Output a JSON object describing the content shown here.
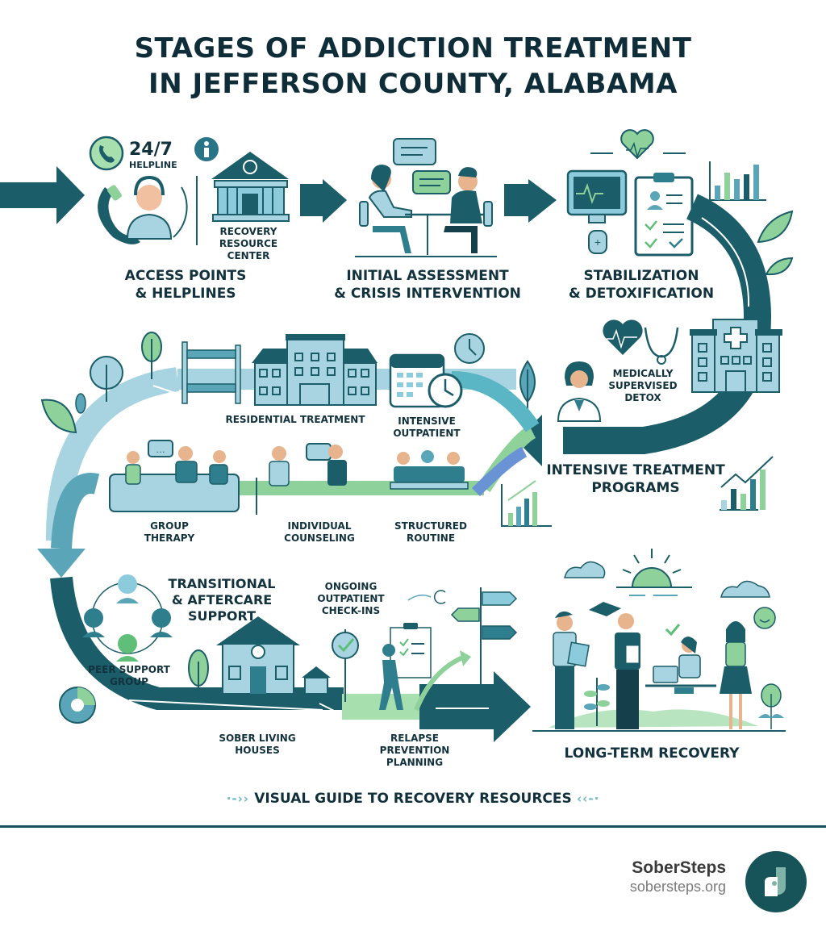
{
  "title": {
    "line1": "STAGES OF ADDICTION TREATMENT",
    "line2": "IN JEFFERSON COUNTY, ALABAMA"
  },
  "colors": {
    "primary_teal": "#1b5d68",
    "dark_text": "#0e2d38",
    "light_blue": "#a8d4e2",
    "mid_blue": "#5aa6b8",
    "green": "#8fd19a",
    "logo_bg": "#17545a"
  },
  "stages": {
    "access": {
      "heading_line1": "ACCESS POINTS",
      "heading_line2": "& HELPLINES",
      "helpline_big": "24/7",
      "helpline_small": "HELPLINE",
      "resource_center": [
        "RECOVERY",
        "RESOURCE",
        "CENTER"
      ],
      "icons": [
        "phone-icon",
        "info-icon",
        "call-agent-icon",
        "building-icon"
      ]
    },
    "assessment": {
      "heading_line1": "INITIAL ASSESSMENT",
      "heading_line2": "& CRISIS INTERVENTION",
      "icons": [
        "speech-bubble-icon",
        "conversation-icon"
      ]
    },
    "stabilization": {
      "heading_line1": "STABILIZATION",
      "heading_line2": "& DETOXIFICATION",
      "detox_label": [
        "MEDICALLY",
        "SUPERVISED",
        "DETOX"
      ],
      "icons": [
        "heart-pulse-icon",
        "monitor-icon",
        "clipboard-icon",
        "bar-chart-icon",
        "leaf-icon",
        "stethoscope-icon",
        "hospital-icon",
        "doctor-icon"
      ]
    },
    "intensive": {
      "heading_line1": "INTENSIVE TREATMENT",
      "heading_line2": "PROGRAMS",
      "residential": "RESIDENTIAL TREATMENT",
      "outpatient": [
        "INTENSIVE",
        "OUTPATIENT"
      ],
      "group_therapy": [
        "GROUP",
        "THERAPY"
      ],
      "individual": [
        "INDIVIDUAL",
        "COUNSELING"
      ],
      "routine": [
        "STRUCTURED",
        "ROUTINE"
      ],
      "icons": [
        "bunk-bed-icon",
        "facility-icon",
        "calendar-icon",
        "clock-icon",
        "tree-icon",
        "group-icon",
        "growth-chart-icon"
      ]
    },
    "transitional": {
      "heading": [
        "TRANSITIONAL",
        "& AFTERCARE",
        "SUPPORT"
      ],
      "peer": [
        "PEER SUPPORT",
        "GROUP"
      ],
      "sober": [
        "SOBER LIVING",
        "HOUSES"
      ],
      "checkins": [
        "ONGOING",
        "OUTPATIENT",
        "CHECK-INS"
      ],
      "relapse": [
        "RELAPSE",
        "PREVENTION",
        "PLANNING"
      ],
      "icons": [
        "peer-circle-icon",
        "house-icon",
        "check-circle-icon",
        "walking-person-icon",
        "signpost-icon"
      ]
    },
    "longterm": {
      "heading": "LONG-TERM RECOVERY",
      "icons": [
        "sun-icon",
        "cloud-icon",
        "graduation-cap-icon",
        "laptop-icon",
        "smile-icon"
      ]
    }
  },
  "footer": {
    "guide": "VISUAL GUIDE TO RECOVERY RESOURCES",
    "deco_left": "·-›› ",
    "deco_right": " ‹‹-·",
    "brand_name": "SoberSteps",
    "brand_url": "sobersteps.org"
  }
}
